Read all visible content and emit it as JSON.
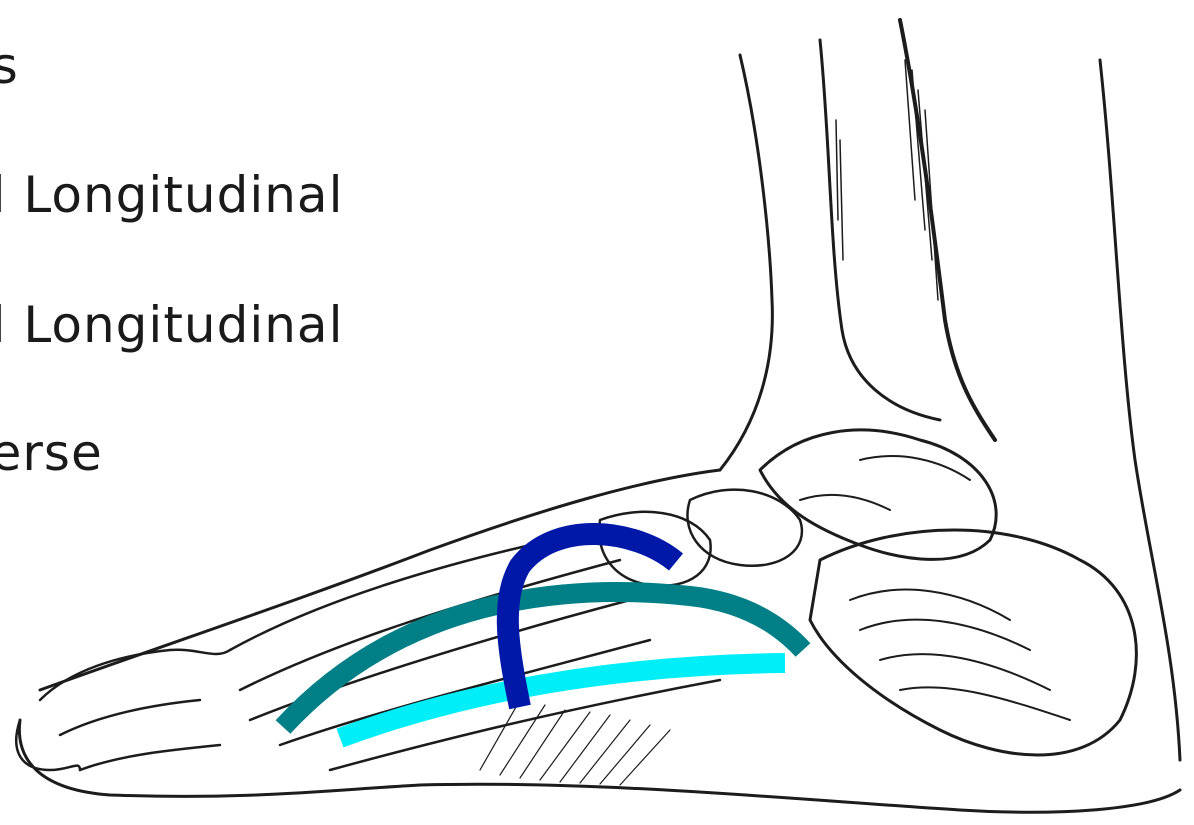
{
  "bullets": [
    "es",
    "al Longitudinal",
    "al Longitudinal",
    "verse"
  ],
  "colors": {
    "medial_longitudinal_arch": "#00eef8",
    "lateral_longitudinal_arch": "#007f86",
    "transverse_arch": "#0018a8",
    "sketch_line": "#1c1c1c"
  }
}
